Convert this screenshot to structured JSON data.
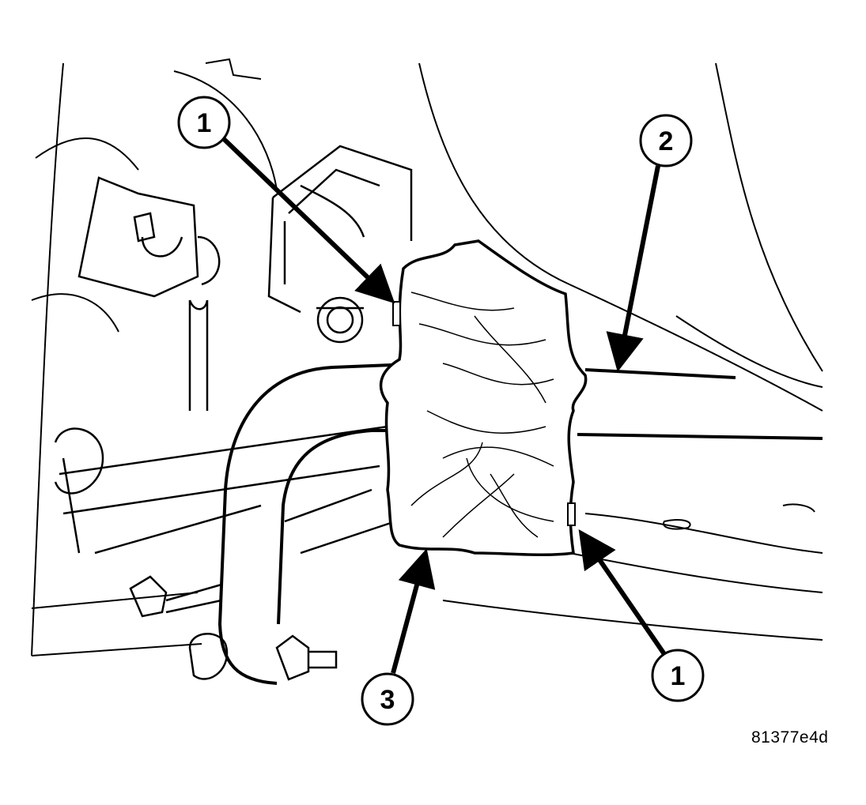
{
  "callouts": [
    {
      "label": "1"
    },
    {
      "label": "2"
    },
    {
      "label": "3"
    },
    {
      "label": "1"
    }
  ],
  "figure_id": "81377e4d",
  "colors": {
    "line": "#000000",
    "background": "#ffffff"
  }
}
